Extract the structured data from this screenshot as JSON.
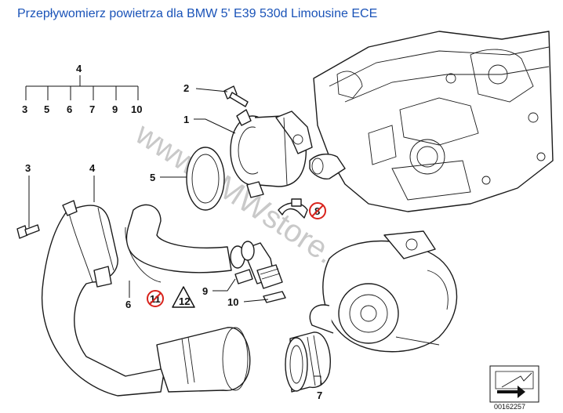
{
  "title": "Przepływomierz powietrza dla BMW 5' E39 530d Limousine ECE",
  "watermark": "www.BMWstore.pl",
  "diagram_code": "00162257",
  "callouts": {
    "c1": "1",
    "c2": "2",
    "c3a": "3",
    "c3b": "3",
    "c4a": "4",
    "c4b": "4",
    "c5a": "5",
    "c5b": "5",
    "c6a": "6",
    "c6b": "6",
    "c7a": "7",
    "c7b": "7",
    "c8": "8",
    "c9a": "9",
    "c9b": "9",
    "c10a": "10",
    "c10b": "10",
    "c11": "11"
  },
  "hazard_label": "12"
}
